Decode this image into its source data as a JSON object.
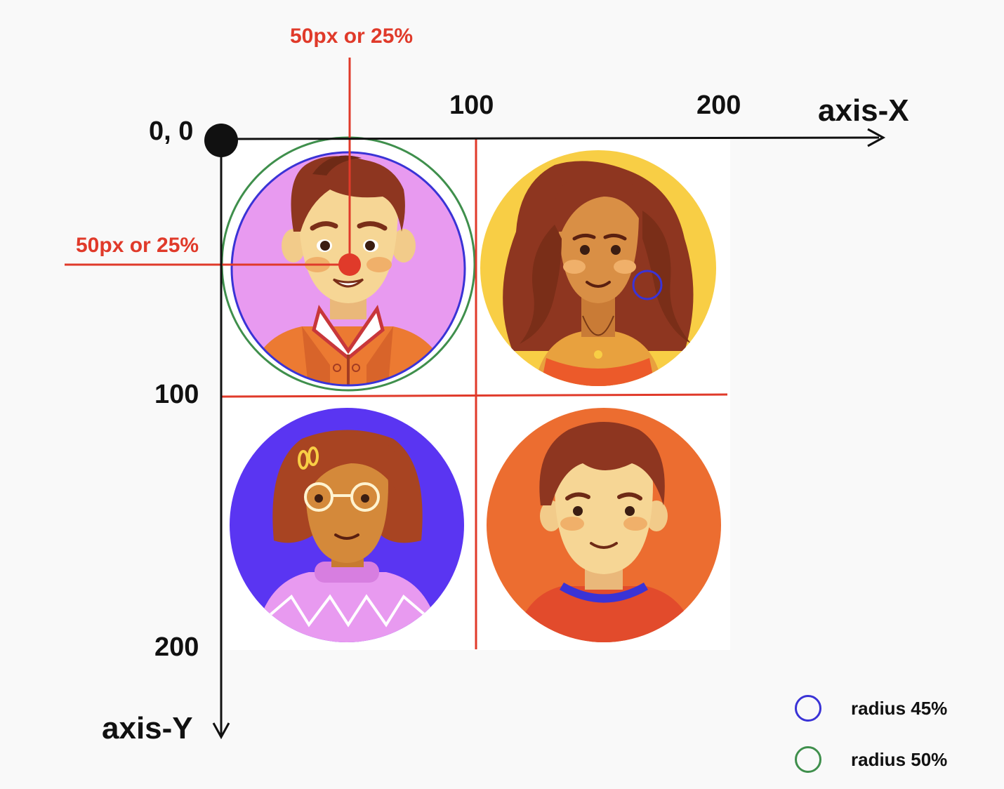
{
  "labels": {
    "origin": "0, 0",
    "x_tick_100": "100",
    "x_tick_200": "200",
    "x_axis": "axis-X",
    "y_tick_100": "100",
    "y_tick_200": "200",
    "y_axis": "axis-Y",
    "center_x_note": "50px or 25%",
    "center_y_note": "50px or 25%"
  },
  "legend": [
    {
      "label": "radius 45%",
      "color": "#3a33d6"
    },
    {
      "label": "radius 50%",
      "color": "#3f8f4c"
    }
  ],
  "colors": {
    "axis": "#111111",
    "guide": "#e03a2a",
    "avatar_bg_1": "#e89af0",
    "avatar_bg_2": "#f8ce45",
    "avatar_bg_3": "#5a35f2",
    "avatar_bg_4": "#ec6d30"
  },
  "avatars": [
    {
      "name": "boy-with-quiff-avatar",
      "background": "#e89af0"
    },
    {
      "name": "curly-hair-woman-avatar",
      "background": "#f8ce45"
    },
    {
      "name": "girl-with-glasses-avatar",
      "background": "#5a35f2"
    },
    {
      "name": "smiling-young-man-avatar",
      "background": "#ec6d30"
    }
  ]
}
